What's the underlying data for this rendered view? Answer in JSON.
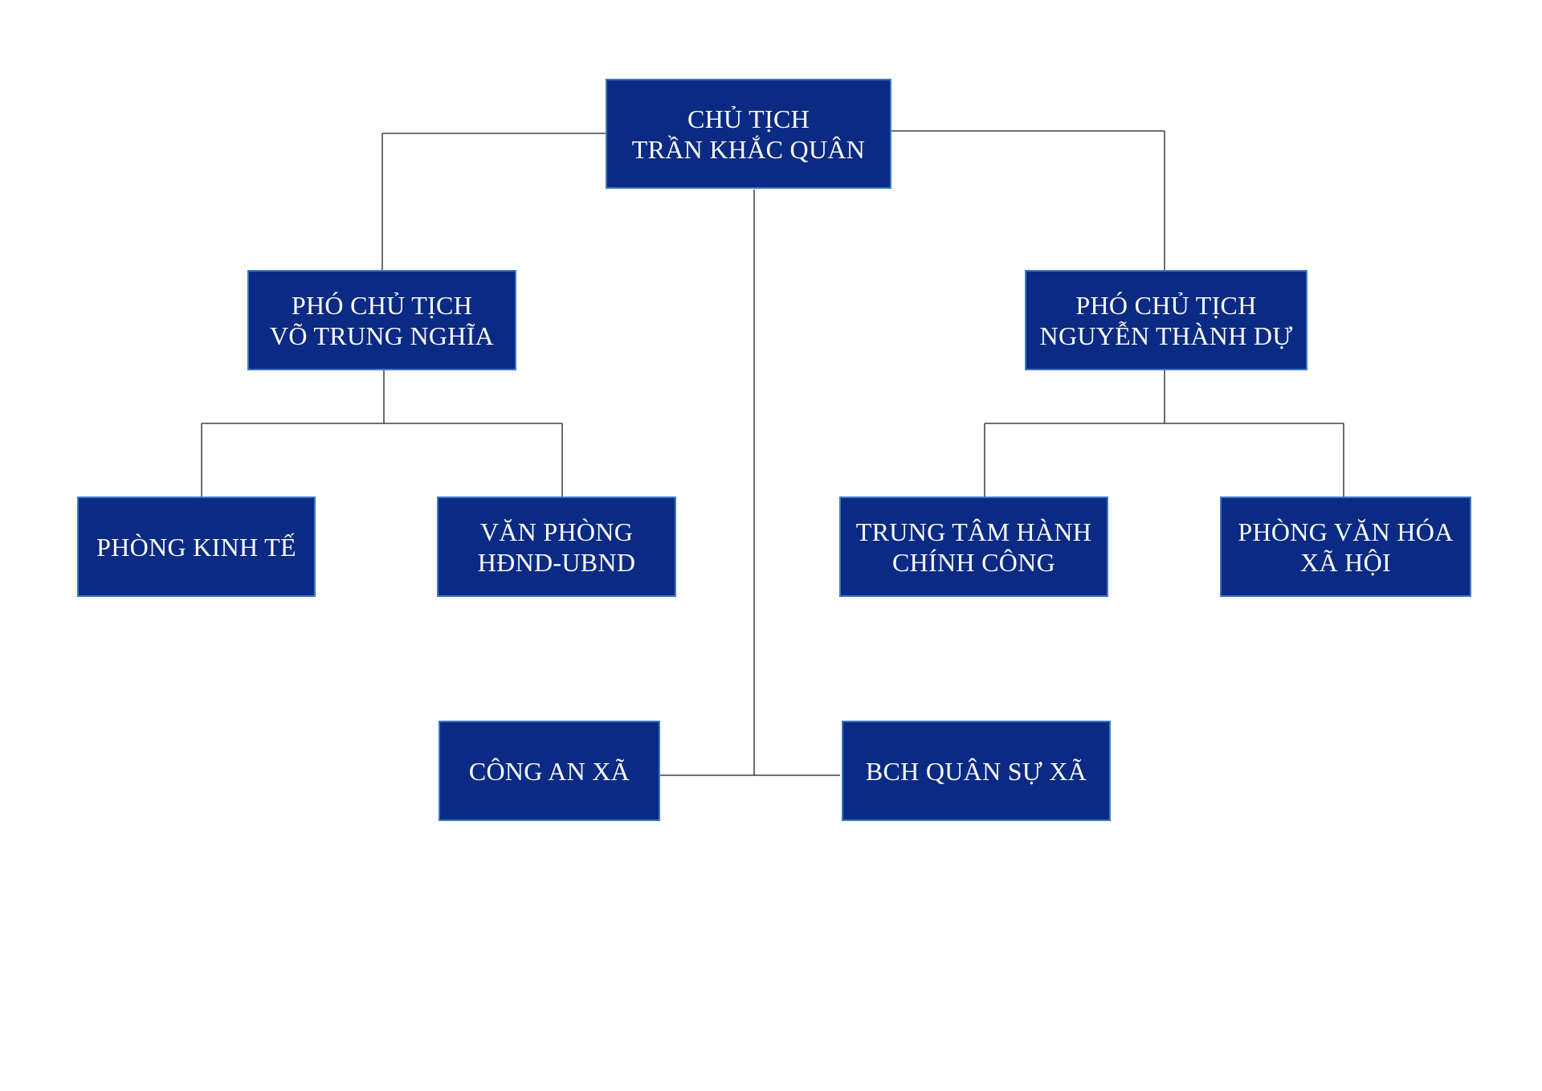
{
  "chart": {
    "root": {
      "line1": "CHỦ TỊCH",
      "line2": "TRẦN KHẮC QUÂN"
    },
    "vice_left": {
      "line1": "PHÓ CHỦ TỊCH",
      "line2": "VÕ TRUNG NGHĨA"
    },
    "vice_right": {
      "line1": "PHÓ CHỦ TỊCH",
      "line2": "NGUYỄN THÀNH DỰ"
    },
    "economic_dept": {
      "line1": "PHÒNG KINH TẾ"
    },
    "office": {
      "line1": "VĂN PHÒNG",
      "line2": "HĐND-UBND"
    },
    "admin_center": {
      "line1": "TRUNG TÂM HÀNH",
      "line2": "CHÍNH CÔNG"
    },
    "culture_dept": {
      "line1": "PHÒNG VĂN HÓA",
      "line2": "XÃ HỘI"
    },
    "police": {
      "line1": "CÔNG AN XÃ"
    },
    "military": {
      "line1": "BCH QUÂN SỰ XÃ"
    }
  },
  "colors": {
    "box_fill": "#0b2a83",
    "box_border": "#3f78c8",
    "box_text": "#ffffff",
    "connector": "#1f1f1f"
  }
}
